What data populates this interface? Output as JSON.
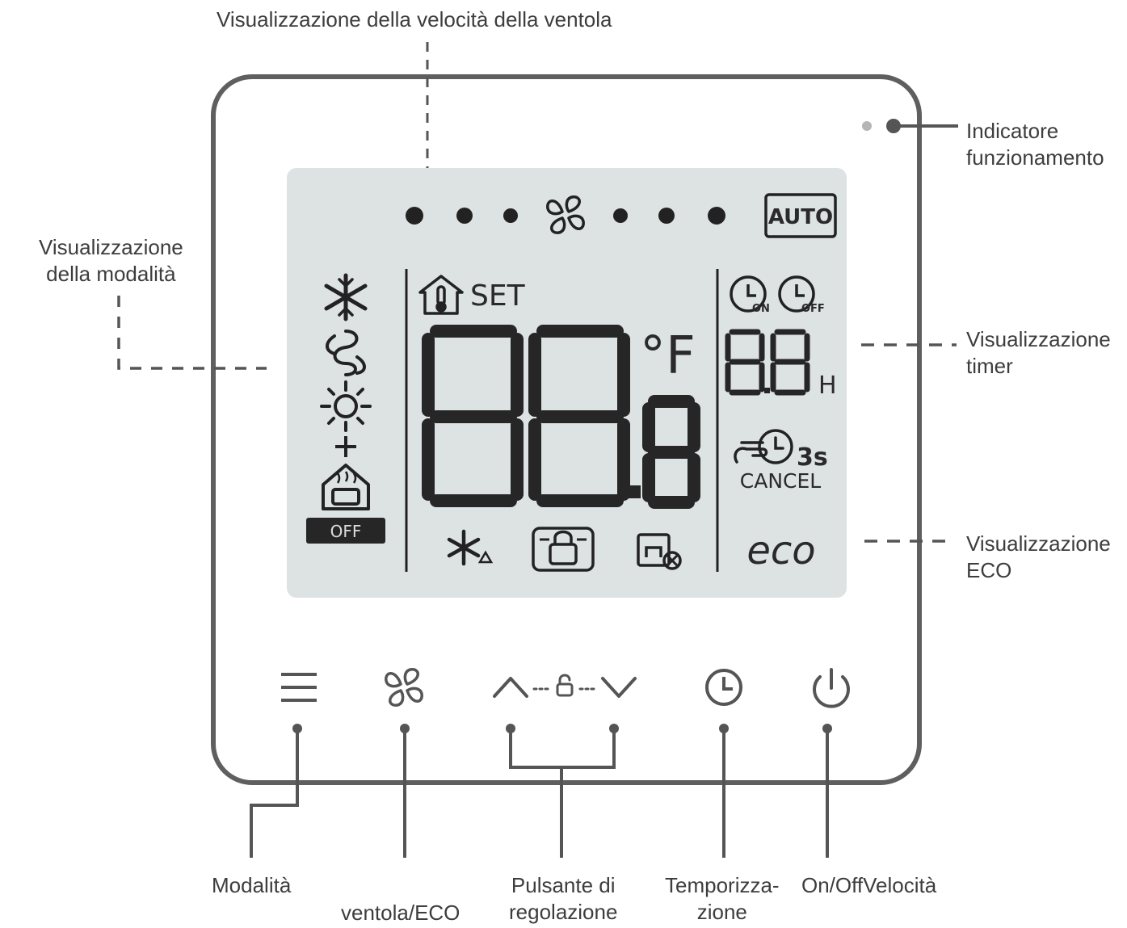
{
  "annotations": {
    "fan_speed_display": "Visualizzazione della velocità della ventola",
    "mode_display": [
      "Visualizzazione",
      "della modalità"
    ],
    "operation_indicator": [
      "Indicatore",
      "funzionamento"
    ],
    "timer_display": [
      "Visualizzazione",
      "timer"
    ],
    "eco_display": [
      "Visualizzazione",
      "ECO"
    ]
  },
  "buttons": {
    "mode": "Modalità",
    "fan_eco": "ventola/ECO",
    "adjust": [
      "Pulsante di",
      "regolazione"
    ],
    "timer": [
      "Temporizza-",
      "zione"
    ],
    "onoff_speed": "On/OffVelocità"
  },
  "lcd": {
    "auto": "AUTO",
    "set": "SET",
    "temperature_digits": "88",
    "temperature_decimal": "8",
    "unit": "°F",
    "timer_digits": "8.8",
    "timer_unit": "H",
    "timer_on": "ON",
    "timer_off": "OFF",
    "hold": "3s",
    "cancel": "CANCEL",
    "eco": "eco",
    "off_badge": "OFF"
  },
  "colors": {
    "frame": "#5f5f5f",
    "lcd_background": "#dde2e2",
    "lcd_segment": "#262626",
    "leader_line": "#555555"
  }
}
